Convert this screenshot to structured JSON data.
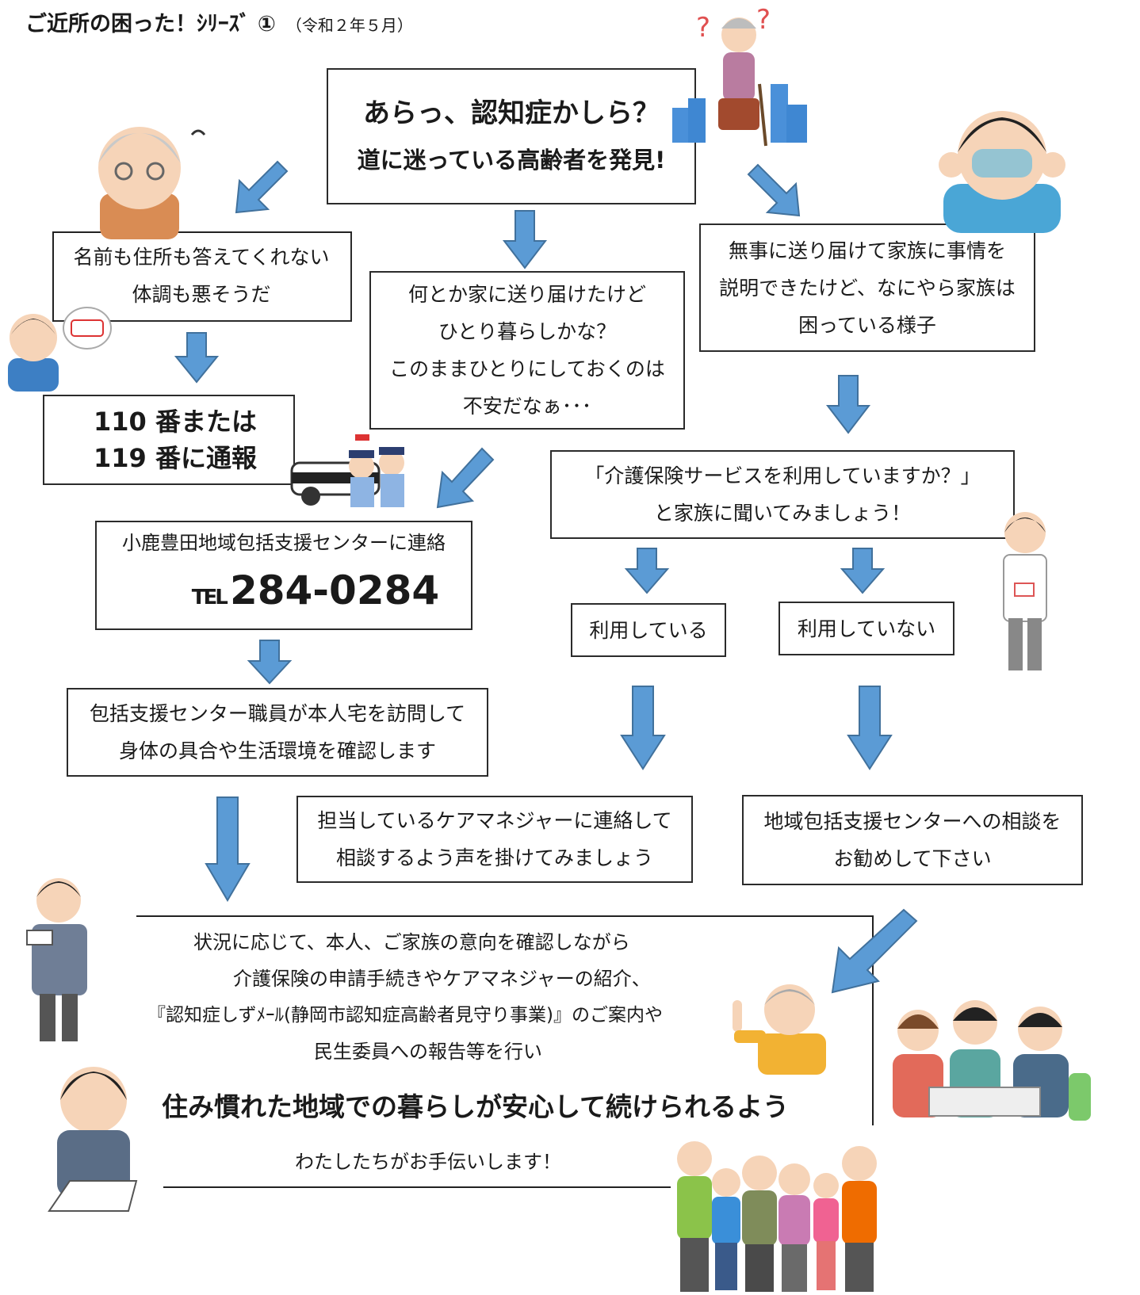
{
  "header": {
    "title": "ご近所の困った！ｼﾘｰｽﾞ ①",
    "date": "（令和２年５月）"
  },
  "top_box": {
    "line1": "あらっ、認知症かしら？",
    "line2": "道に迷っている高齢者を発見!"
  },
  "left_box": {
    "line1": "名前も住所も答えてくれない",
    "line2": "体調も悪そうだ"
  },
  "emergency_box": {
    "line1": "110 番または",
    "line2": "119 番に通報"
  },
  "middle_box": {
    "line1": "何とか家に送り届けたけど",
    "line2": "ひとり暮らしかな？",
    "line3": "このままひとりにしておくのは",
    "line4": "不安だなぁ･･･"
  },
  "right_box": {
    "line1": "無事に送り届けて家族に事情を",
    "line2": "説明できたけど、なにやら家族は",
    "line3": "困っている様子"
  },
  "center_box": {
    "line1": "小鹿豊田地域包括支援センターに連絡",
    "tel_prefix": "TEL",
    "tel_number": "284-0284"
  },
  "question_box": {
    "line1": "「介護保険サービスを利用していますか？」",
    "line2": "と家族に聞いてみましょう！"
  },
  "using_box": {
    "label": "利用している"
  },
  "not_using_box": {
    "label": "利用していない"
  },
  "visit_box": {
    "line1": "包括支援センター職員が本人宅を訪問して",
    "line2": "身体の具合や生活環境を確認します"
  },
  "caremanager_box": {
    "line1": "担当しているケアマネジャーに連絡して",
    "line2": "相談するよう声を掛けてみましょう"
  },
  "consult_box": {
    "line1": "地域包括支援センターへの相談を",
    "line2": "お勧めして下さい"
  },
  "final_box": {
    "line1": "状況に応じて、本人、ご家族の意向を確認しながら",
    "line2": "介護保険の申請手続きやケアマネジャーの紹介、",
    "line3": "『認知症しずﾒｰﾙ(静岡市認知症高齢者見守り事業)』のご案内や",
    "line4": "民生委員への報告等を行い",
    "headline": "住み慣れた地域での暮らしが安心して続けられるよう",
    "closing": "わたしたちがお手伝いします！"
  },
  "colors": {
    "arrow": "#5b9bd5",
    "arrow_edge": "#41719c",
    "border": "#2b2b2b"
  }
}
